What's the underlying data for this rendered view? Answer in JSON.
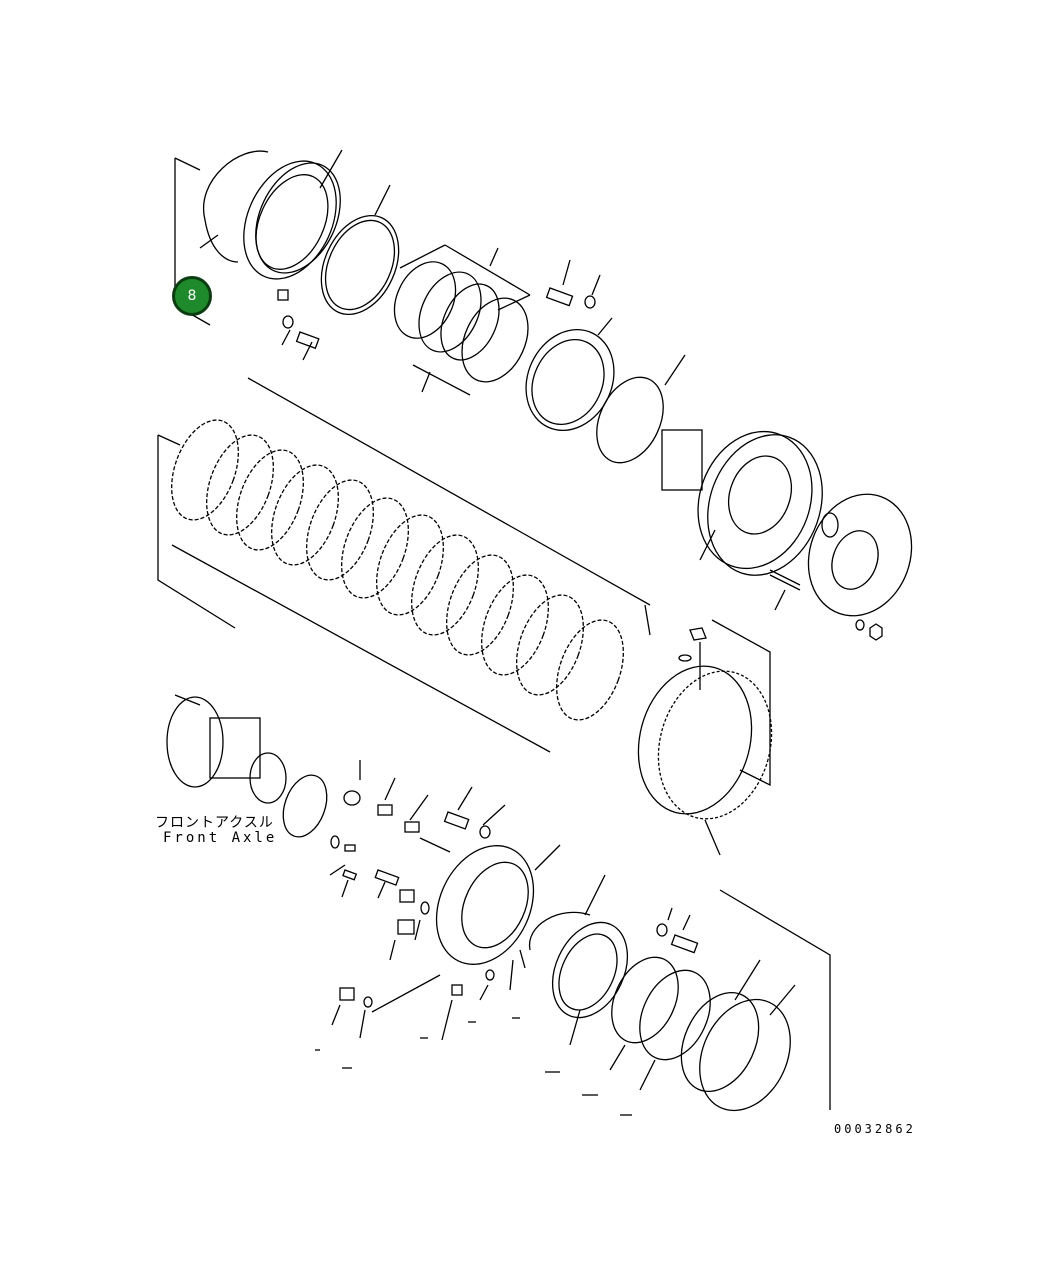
{
  "callout": {
    "number": "8",
    "color": "#1e8a2c"
  },
  "labels": {
    "front_axle_jp": "フロントアクスル",
    "front_axle_en": "Front Axle"
  },
  "drawing_number": "00032862"
}
